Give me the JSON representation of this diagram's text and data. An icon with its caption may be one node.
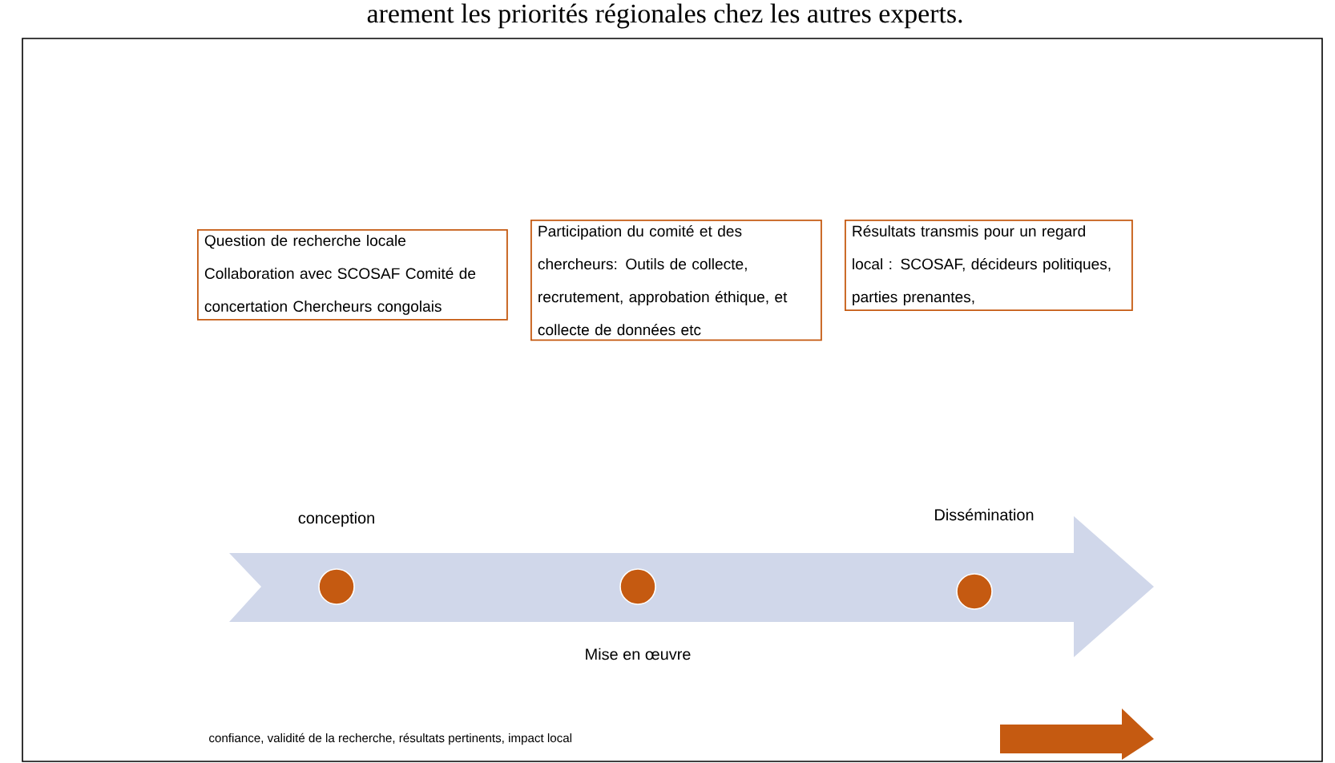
{
  "diagram": {
    "nodes": [
      {
        "text": [
          "Question de recherche locale Collaboration avec SCOSAF Comité de concertation Chercheurs congolais"
        ]
      },
      {
        "text": [
          "Participation du comité et des chercheurs: Outils de collecte, recrutement, approbation éthique, et collecte de données etc"
        ]
      },
      {
        "text": [
          "Résultats transmis pour un regard local : SCOSAF, décideurs politiques, parties prenantes,"
        ]
      },
      {
        "text": [],
        "shape": "circle",
        "beside": [
          "conception"
        ]
      },
      {
        "text": [],
        "shape": "circle",
        "beside": [
          "Mise en œuvre"
        ]
      },
      {
        "text": [],
        "shape": "circle",
        "beside": [
          "Dissémination"
        ]
      }
    ],
    "edges": [],
    "labels": [
      "arement les priorités régionales chez les autres experts.",
      "confiance, validité de la recherche, résultats pertinents, impact local"
    ]
  }
}
